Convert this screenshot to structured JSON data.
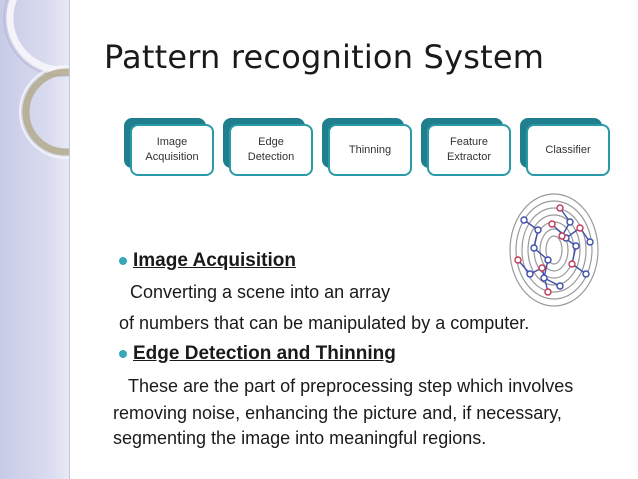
{
  "title": "Pattern recognition System",
  "flow": [
    {
      "line1": "Image",
      "line2": "Acquisition"
    },
    {
      "line1": "Edge",
      "line2": "Detection"
    },
    {
      "line1": "Thinning",
      "line2": ""
    },
    {
      "line1": "Feature",
      "line2": "Extractor"
    },
    {
      "line1": "Classifier",
      "line2": ""
    }
  ],
  "sections": [
    {
      "heading": "Image Acquisition",
      "lines": [
        "Converting a scene into an array",
        "of numbers that can be manipulated by a computer."
      ]
    },
    {
      "heading": "Edge Detection and Thinning",
      "lines": [
        "These are the part of preprocessing step which involves",
        "removing noise, enhancing the picture and, if necessary,",
        "segmenting the image into meaningful regions."
      ]
    }
  ],
  "colors": {
    "accent": "#2a9aa8",
    "box_back": "#1f7f8d",
    "bullet": "#38a8b9",
    "strip": "#d9dbef"
  },
  "icons": [
    "fingerprint-icon",
    "bullet-icon"
  ]
}
